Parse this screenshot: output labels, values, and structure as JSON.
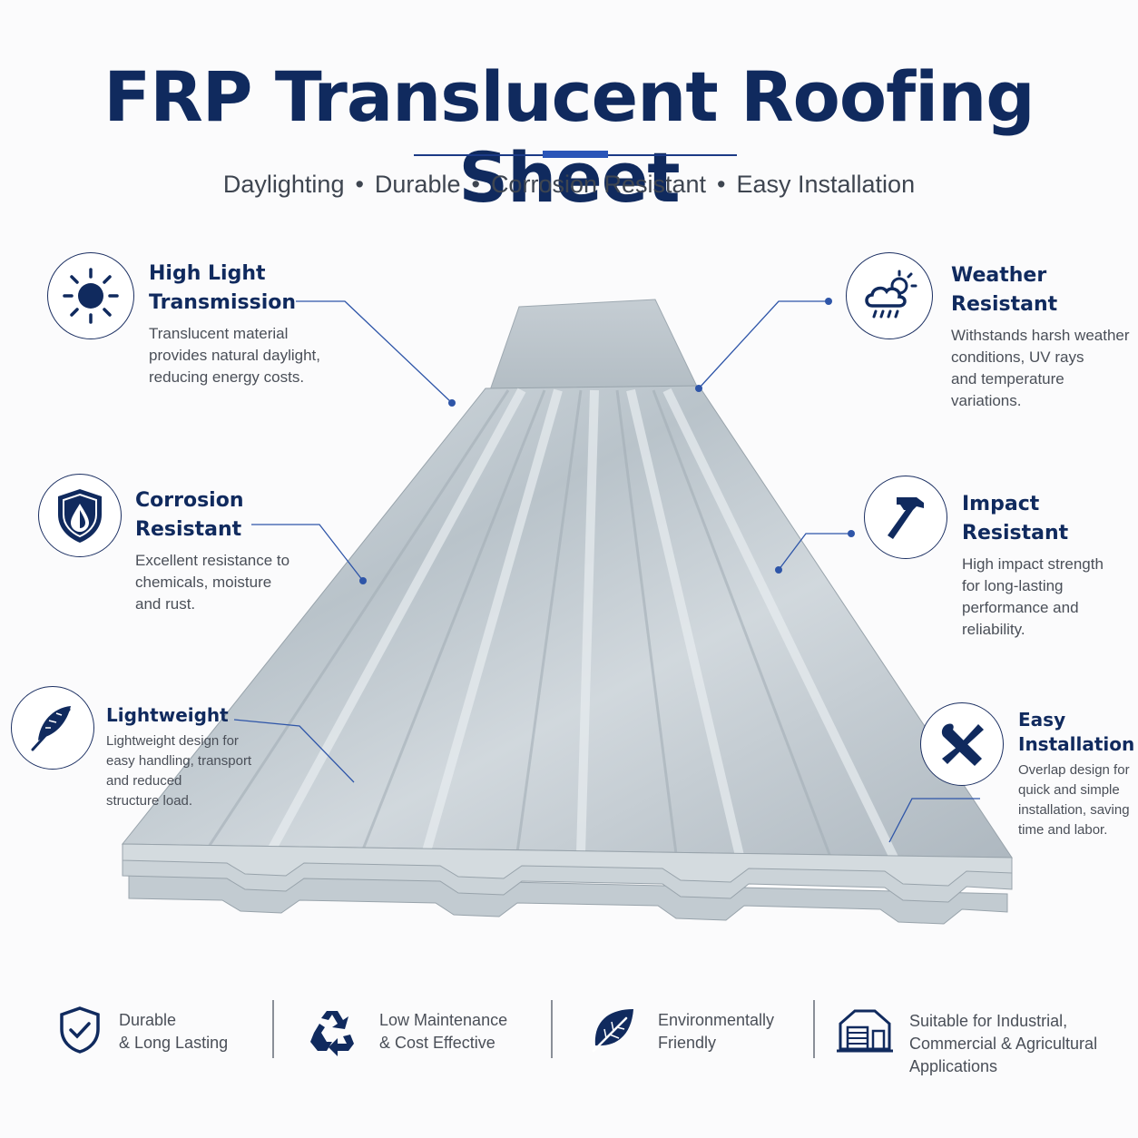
{
  "title": "FRP Translucent Roofing Sheet",
  "subtitle": {
    "items": [
      "Daylighting",
      "Durable",
      "Corrosion Resistant",
      "Easy Installation"
    ],
    "separator": "•"
  },
  "colors": {
    "navy": "#102a5e",
    "accent": "#2a55b8",
    "text": "#4a4f58"
  },
  "features": {
    "high_light": {
      "icon": "sun-icon",
      "title_1": "High Light",
      "title_2": "Transmission",
      "desc_1": "Translucent material",
      "desc_2": "provides natural daylight,",
      "desc_3": "reducing energy costs."
    },
    "weather": {
      "icon": "cloud-rain-sun-icon",
      "title_1": "Weather",
      "title_2": "Resistant",
      "desc_1": "Withstands harsh weather",
      "desc_2": "conditions, UV rays",
      "desc_3": "and temperature",
      "desc_4": "variations."
    },
    "corrosion": {
      "icon": "shield-drop-icon",
      "title_1": "Corrosion",
      "title_2": "Resistant",
      "desc_1": "Excellent resistance to",
      "desc_2": "chemicals, moisture",
      "desc_3": "and rust."
    },
    "impact": {
      "icon": "hammer-icon",
      "title_1": "Impact",
      "title_2": "Resistant",
      "desc_1": "High impact strength",
      "desc_2": "for long-lasting",
      "desc_3": "performance and",
      "desc_4": "reliability."
    },
    "lightweight": {
      "icon": "feather-icon",
      "title_1": "Lightweight",
      "desc_1": "Lightweight design for",
      "desc_2": "easy handling, transport",
      "desc_3": "and reduced",
      "desc_4": "structure load."
    },
    "easy_install": {
      "icon": "wrench-screwdriver-icon",
      "title_1": "Easy",
      "title_2": "Installation",
      "desc_1": "Overlap design for",
      "desc_2": "quick and simple",
      "desc_3": "installation, saving",
      "desc_4": "time and labor."
    }
  },
  "bottom": {
    "durable": {
      "icon": "shield-check-icon",
      "line_1": "Durable",
      "line_2": "& Long Lasting"
    },
    "maintenance": {
      "icon": "recycle-icon",
      "line_1": "Low Maintenance",
      "line_2": "& Cost Effective"
    },
    "eco": {
      "icon": "leaf-icon",
      "line_1": "Environmentally",
      "line_2": "Friendly"
    },
    "applications": {
      "icon": "warehouse-icon",
      "line_1": "Suitable for Industrial,",
      "line_2": "Commercial & Agricultural",
      "line_3": "Applications"
    }
  }
}
